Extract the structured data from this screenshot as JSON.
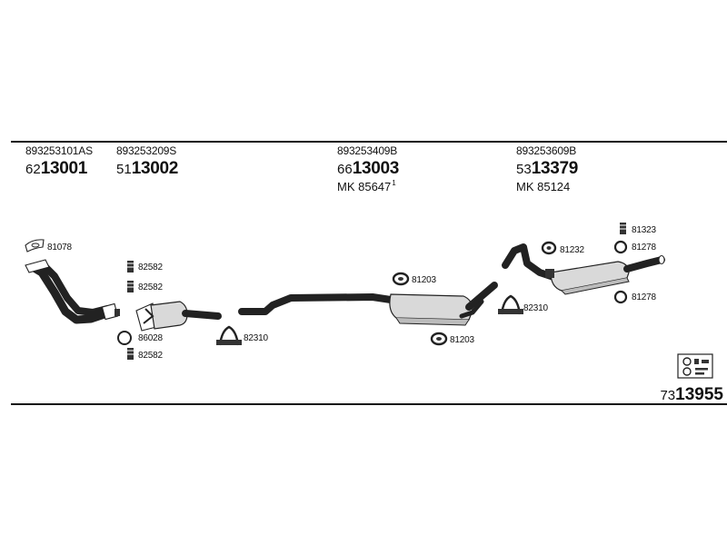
{
  "columns": [
    {
      "oem": "893253101AS",
      "art_prefix": "62",
      "art_number": "13001",
      "mk": "",
      "mk_note": ""
    },
    {
      "oem": "893253209S",
      "art_prefix": "51",
      "art_number": "13002",
      "mk": "",
      "mk_note": ""
    },
    {
      "oem": "893253409B",
      "art_prefix": "66",
      "art_number": "13003",
      "mk": "MK 85647",
      "mk_note": "1"
    },
    {
      "oem": "893253609B",
      "art_prefix": "53",
      "art_number": "13379",
      "mk": "MK 85124",
      "mk_note": ""
    }
  ],
  "part_codes": {
    "c81078": "81078",
    "c82582_a": "82582",
    "c82582_b": "82582",
    "c86028": "86028",
    "c82582_c": "82582",
    "c82310_a": "82310",
    "c81203_a": "81203",
    "c81203_b": "81203",
    "c82310_b": "82310",
    "c81232": "81232",
    "c81323": "81323",
    "c81278_a": "81278",
    "c81278_b": "81278"
  },
  "kit": {
    "prefix": "73",
    "number": "13955"
  },
  "colors": {
    "line": "#111111",
    "part_fill": "#d9d9d9",
    "hardware": "#333333"
  }
}
